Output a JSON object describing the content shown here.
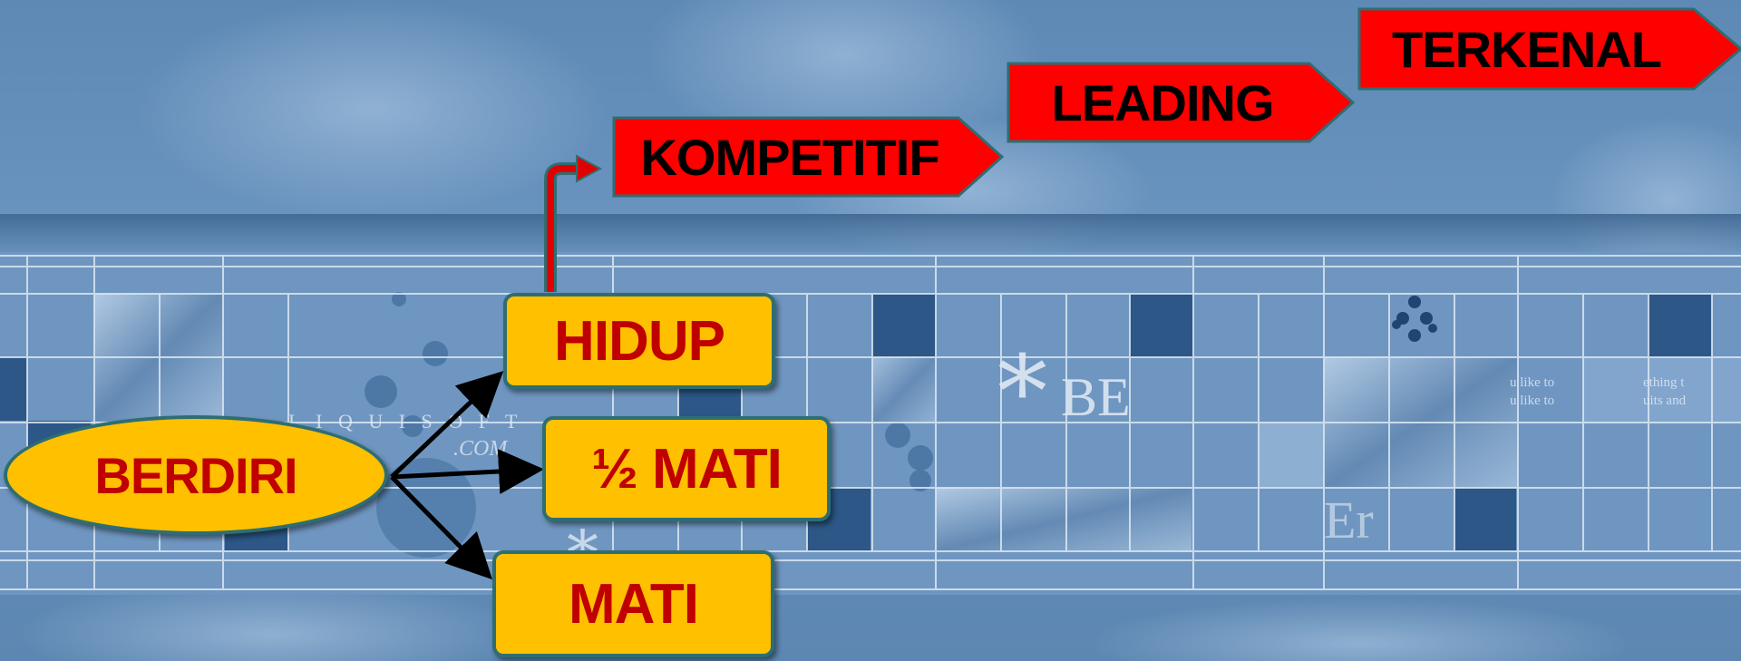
{
  "diagram": {
    "nodes": {
      "berdiri": "BERDIRI",
      "hidup": "HIDUP",
      "setengah_mati": "½ MATI",
      "mati": "MATI",
      "kompetitif": "KOMPETITIF",
      "leading": "LEADING",
      "terkenal": "TERKENAL"
    },
    "edges": [
      {
        "from": "BERDIRI",
        "to": "HIDUP"
      },
      {
        "from": "BERDIRI",
        "to": "½ MATI"
      },
      {
        "from": "BERDIRI",
        "to": "MATI"
      },
      {
        "from": "HIDUP",
        "to": "KOMPETITIF"
      }
    ]
  },
  "background_text": {
    "watermark_1": "L I Q U I S O F T",
    "watermark_2": ".COM",
    "tile_text_1": "BE",
    "tile_text_2": "Er",
    "tile_text_3": "u like to",
    "tile_text_4": "u like to",
    "tile_text_5": "ething t",
    "tile_text_6": "uits and"
  },
  "colors": {
    "node_fill": "#ffc000",
    "node_text": "#c00000",
    "node_border": "#2e6e73",
    "flag_fill": "#ff0000",
    "flag_text": "#000000",
    "arrow_black": "#000000",
    "arrow_red": "#e00000",
    "background": "#6b93bd"
  }
}
